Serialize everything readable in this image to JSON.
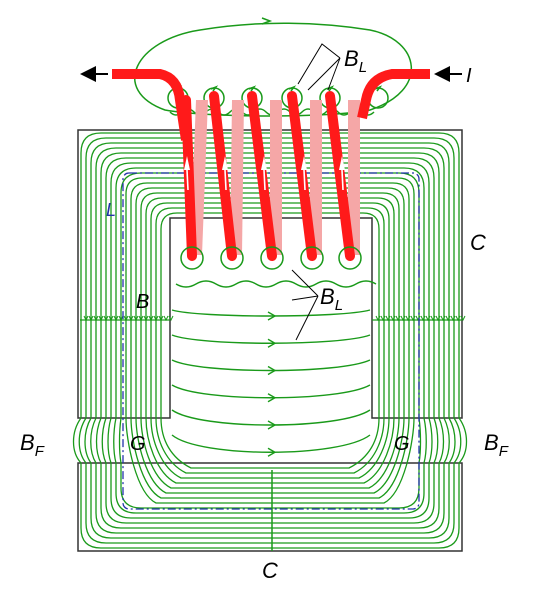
{
  "labels": {
    "current": "I",
    "core_left": "L",
    "core_right": "C",
    "core_bottom": "C",
    "field": "B",
    "leakage_top": {
      "main": "B",
      "sub": "L"
    },
    "leakage_mid": {
      "main": "B",
      "sub": "L"
    },
    "fringe_left": {
      "main": "B",
      "sub": "F"
    },
    "fringe_right": {
      "main": "B",
      "sub": "F"
    },
    "gap_left": "G",
    "gap_right": "G"
  },
  "colors": {
    "field_lines": "#1a9a1a",
    "winding": "#ff1a1a",
    "winding_shadow": "#f5a7a7",
    "core_outline": "#333333",
    "path_dashdot": "#2233aa",
    "text": "#000000"
  },
  "icons": {
    "current_in_arrow": "arrow-left",
    "current_out_arrow": "arrow-left"
  }
}
